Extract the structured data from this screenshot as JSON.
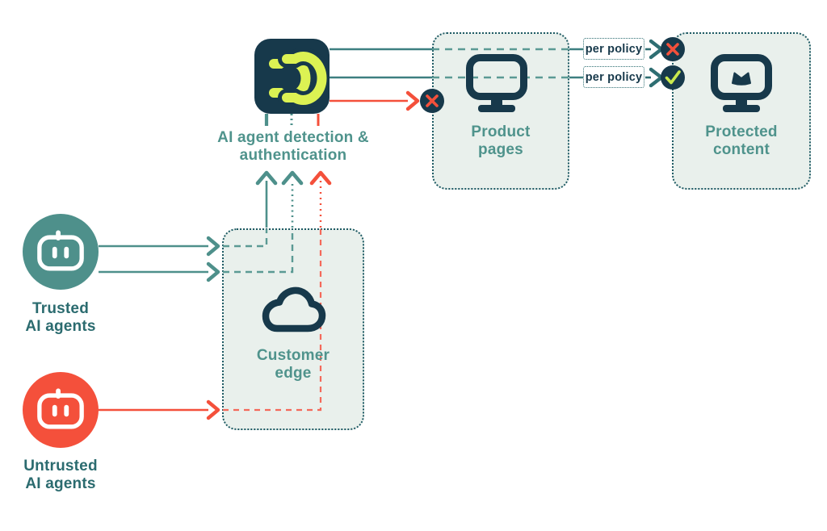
{
  "detector": {
    "icon": "datadome-logo",
    "line1": "AI agent detection &",
    "line2": "authentication"
  },
  "customer_edge": {
    "icon": "cloud-icon",
    "line1": "Customer",
    "line2": "edge"
  },
  "product_pages": {
    "icon": "monitor-icon",
    "line1": "Product",
    "line2": "pages"
  },
  "protected_content": {
    "icon": "monitor-crown-icon",
    "line1": "Protected",
    "line2": "content"
  },
  "trusted_agents": {
    "icon": "robot-icon",
    "line1": "Trusted",
    "line2": "AI agents"
  },
  "untrusted_agents": {
    "icon": "robot-icon",
    "line1": "Untrusted",
    "line2": "AI agents"
  },
  "policy_top": {
    "label": "per policy",
    "result_icon": "x-icon"
  },
  "policy_bottom": {
    "label": "per policy",
    "result_icon": "check-icon"
  },
  "blocked_badge_icon": "x-icon",
  "colors": {
    "navy": "#17394B",
    "lime": "#DCF253",
    "teal_line": "#4E908B",
    "teal_label": "#4F938C",
    "dark_teal_label": "#2B6B6F",
    "red": "#F4503B",
    "mint_box_bg": "#E9F0EC",
    "box_border": "#1E5A64",
    "check_green": "#C9E94E"
  }
}
